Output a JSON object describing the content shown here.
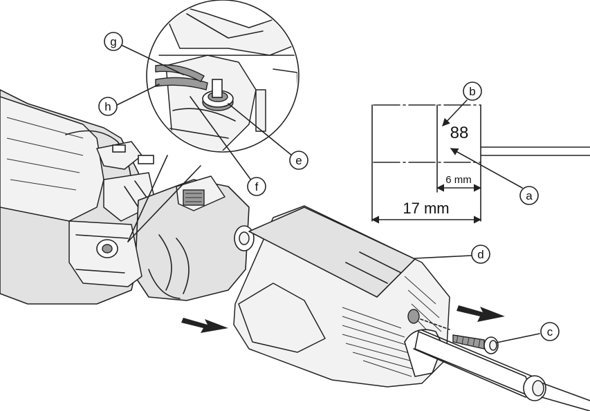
{
  "callouts": {
    "a": "a",
    "b": "b",
    "c": "c",
    "d": "d",
    "e": "e",
    "f": "f",
    "g": "g",
    "h": "h"
  },
  "label_box": {
    "value": "88",
    "inner_dimension": "6 mm",
    "outer_dimension": "17 mm"
  }
}
